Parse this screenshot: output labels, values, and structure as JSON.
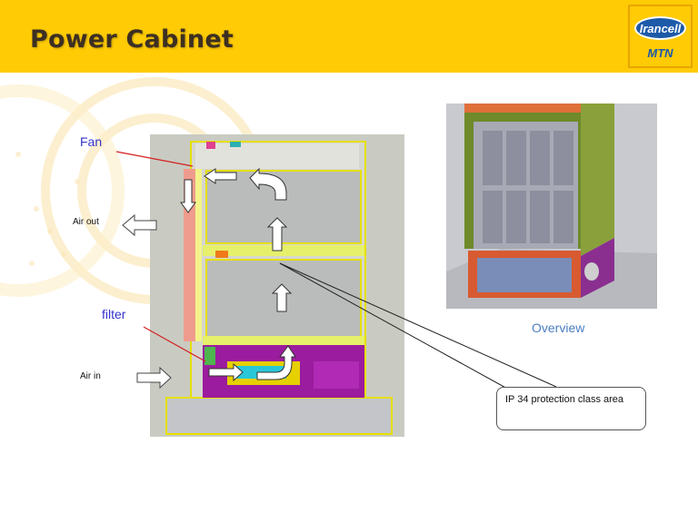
{
  "title": "Power Cabinet",
  "logo": {
    "brand": "Irancell",
    "sub": "MTN"
  },
  "labels": {
    "fan": "Fan",
    "air_out": "Air out",
    "filter": "filter",
    "air_in": "Air in",
    "overview": "Overview",
    "callout": "IP 34 protection class area"
  },
  "colors": {
    "header": "#ffcb05",
    "label_blue": "#3333cc",
    "overview_blue": "#4a7fc1",
    "pointer_red": "#d42020"
  }
}
